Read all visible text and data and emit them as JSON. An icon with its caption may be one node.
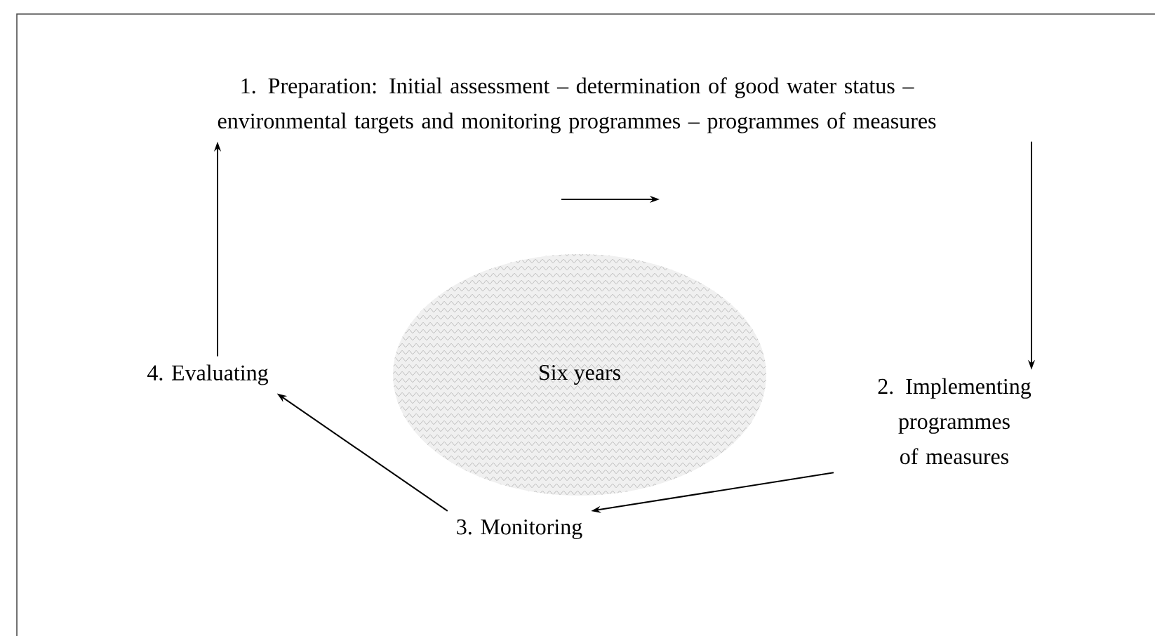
{
  "diagram": {
    "nodes": [
      {
        "text": [
          "1. Preparation: Initial assessment – determination of good water status – environmental targets and monitoring programmes – programmes of measures"
        ]
      },
      {
        "text": [
          "4. Evaluating"
        ]
      },
      {
        "text": [
          "Six years"
        ]
      },
      {
        "text": [
          "2. Implementing programmes of measures"
        ]
      },
      {
        "text": [
          "3. Monitoring"
        ]
      }
    ],
    "edges": [
      {
        "from": 0,
        "to": 3,
        "arrow": "to"
      },
      {
        "from": 3,
        "to": 4,
        "arrow": "to"
      },
      {
        "from": 4,
        "to": 1,
        "arrow": "to"
      },
      {
        "from": 1,
        "to": 0,
        "arrow": "to"
      }
    ]
  }
}
